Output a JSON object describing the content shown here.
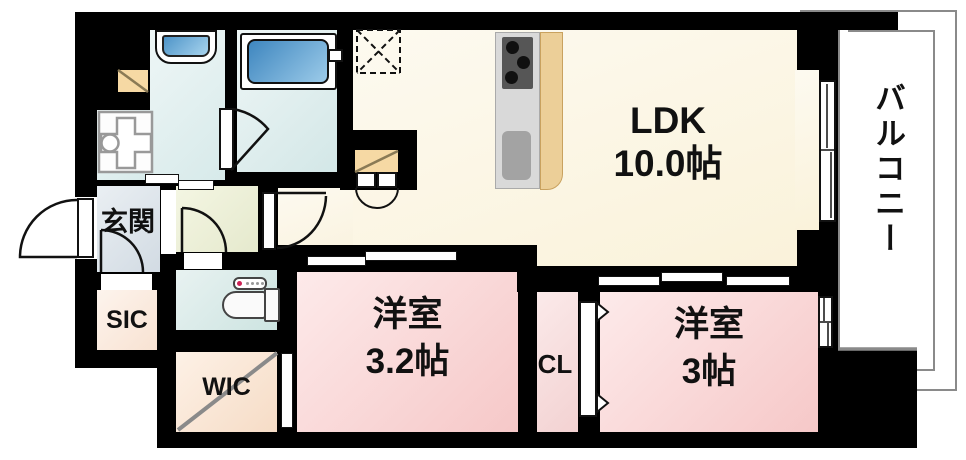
{
  "floorplan": {
    "rooms": {
      "ldk": {
        "label": "LDK",
        "size": "10.0帖"
      },
      "bedroom_32": {
        "label": "洋室",
        "size": "3.2帖"
      },
      "bedroom_3": {
        "label": "洋室",
        "size": "3帖"
      },
      "entrance": {
        "label": "玄関"
      },
      "shoe_closet": {
        "label": "SIC"
      },
      "walk_in_closet": {
        "label": "WIC"
      },
      "closet": {
        "label": "CL"
      },
      "balcony": {
        "label": "バルコニー"
      }
    },
    "fixtures": [
      "bathtub",
      "washbasin-vanity",
      "washing-machine-pan",
      "toilet",
      "kitchen-counter",
      "gas-stove",
      "kitchen-sink",
      "refrigerator-space",
      "door-swing",
      "double-swing-door",
      "sliding-door",
      "sliding-window",
      "folding-door",
      "hanger-pipe-closet",
      "wall-shelf"
    ],
    "colors": {
      "wall": "#000000",
      "ldk_floor": "#fbf4df",
      "bedroom_floor": "#f8cfcf",
      "bath_floor": "#dcecec",
      "entrance_floor": "#d9e0e7",
      "hall_floor": "#eaeccf",
      "closet_floor": "#f8e2d0",
      "wood_counter": "#eccf98",
      "tub_blue": "#4e94c8",
      "balcony_line": "#8a8a8a"
    }
  }
}
